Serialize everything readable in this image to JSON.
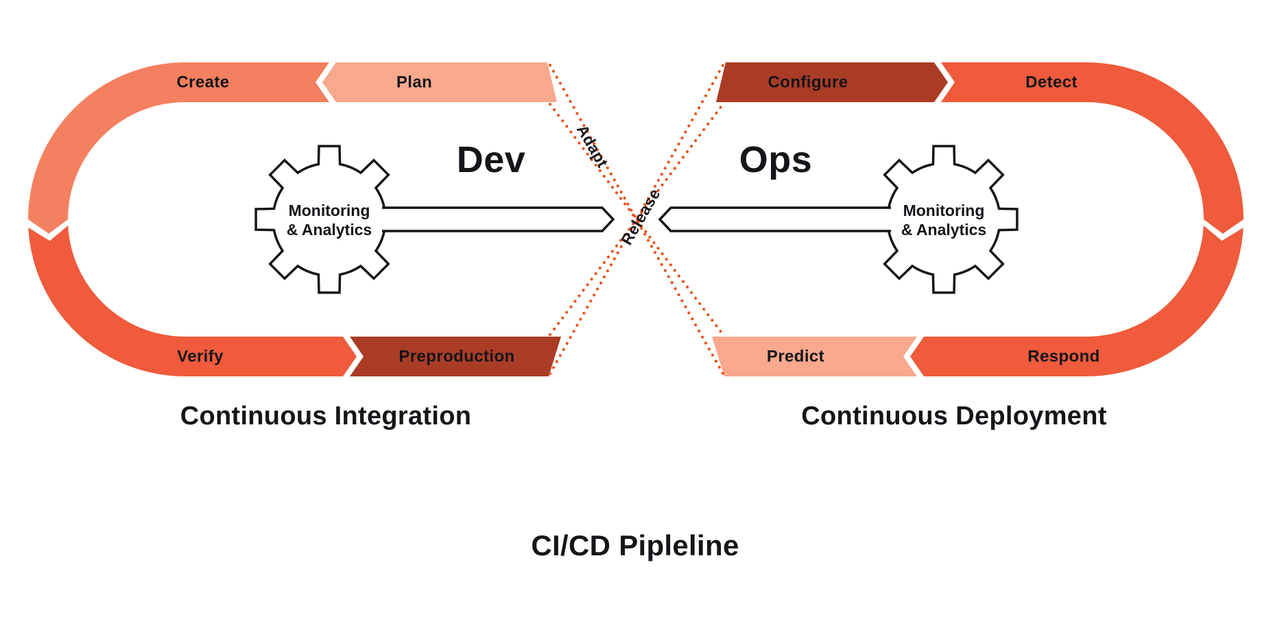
{
  "title": "CI/CD Pipleline",
  "colors": {
    "salmon": "#F4805F",
    "pink": "#F8A88C",
    "orange": "#EF5B3B",
    "brick": "#AA3C26",
    "dotted": "#E95420",
    "text": "#15151A"
  },
  "left_loop": {
    "name": "Dev",
    "caption": "Continuous Integration",
    "gear_label_line1": "Monitoring",
    "gear_label_line2": "& Analytics",
    "segments": {
      "create": "Create",
      "plan": "Plan",
      "verify": "Verify",
      "preproduction": "Preproduction"
    }
  },
  "right_loop": {
    "name": "Ops",
    "caption": "Continuous Deployment",
    "gear_label_line1": "Monitoring",
    "gear_label_line2": "& Analytics",
    "segments": {
      "configure": "Configure",
      "detect": "Detect",
      "predict": "Predict",
      "respond": "Respond"
    }
  },
  "connectors": {
    "adapt": "Adapt",
    "release": "Release"
  }
}
